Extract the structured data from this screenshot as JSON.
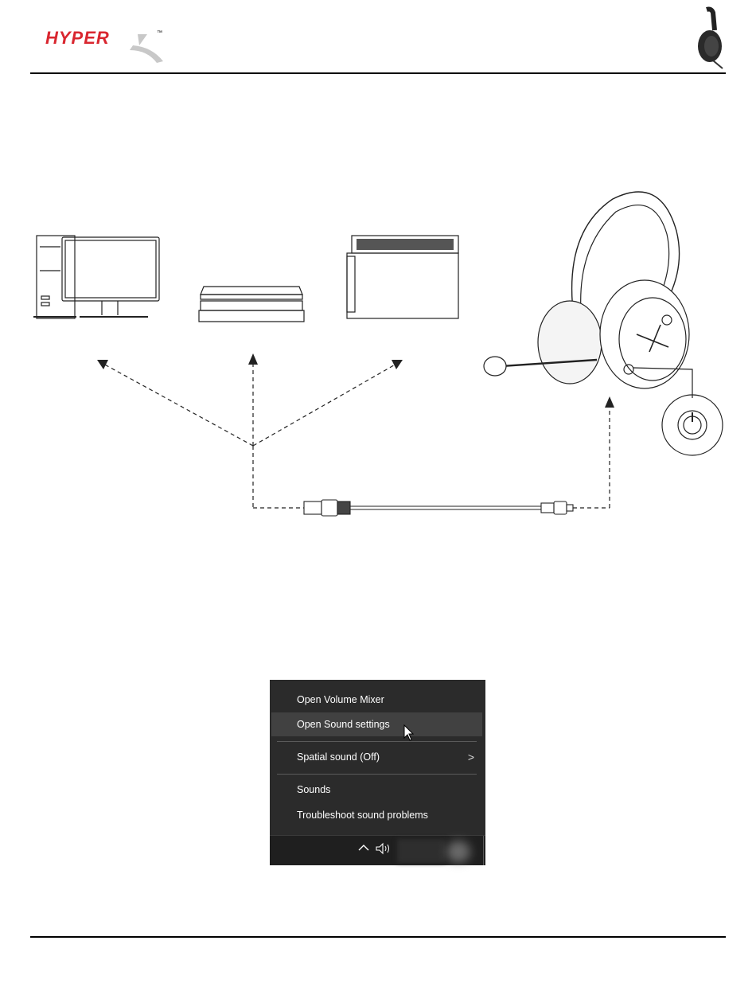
{
  "header": {
    "logo_text": "HYPERX",
    "logo_tm": "™"
  },
  "diagram": {
    "devices": [
      "pc-icon",
      "console-icon",
      "switch-dock-icon"
    ],
    "cable": "usb-to-usb-c-cable",
    "headset": "headset-illustration",
    "power_button_callout": "power-icon"
  },
  "context_menu": {
    "items": [
      {
        "label": "Open Volume Mixer"
      },
      {
        "label": "Open Sound settings"
      },
      {
        "label": "Spatial sound (Off)"
      },
      {
        "label": "Sounds"
      },
      {
        "label": "Troubleshoot sound problems"
      }
    ],
    "submenu_chevron": ">"
  },
  "taskbar": {
    "icons": [
      "chevron-up-icon",
      "speaker-icon"
    ]
  },
  "colors": {
    "logo_red": "#d9262f",
    "menu_bg": "#2b2b2b",
    "menu_hover": "#414141",
    "taskbar_bg": "#1f1f1f"
  }
}
